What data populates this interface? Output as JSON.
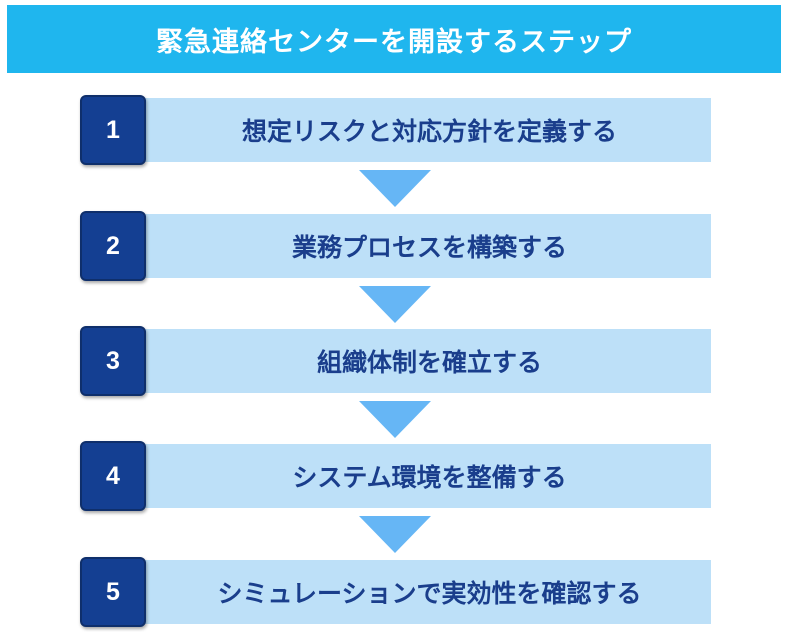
{
  "title": "緊急連絡センターを開設するステップ",
  "colors": {
    "header_bg": "#1fb6ee",
    "header_text": "#ffffff",
    "step_bar_bg": "#bde0f8",
    "step_text": "#1a3e8c",
    "number_box_bg": "#143f92",
    "arrow": "#66b6f5"
  },
  "steps": [
    {
      "number": "1",
      "label": "想定リスクと対応方針を定義する"
    },
    {
      "number": "2",
      "label": "業務プロセスを構築する"
    },
    {
      "number": "3",
      "label": "組織体制を確立する"
    },
    {
      "number": "4",
      "label": "システム環境を整備する"
    },
    {
      "number": "5",
      "label": "シミュレーションで実効性を確認する"
    }
  ]
}
